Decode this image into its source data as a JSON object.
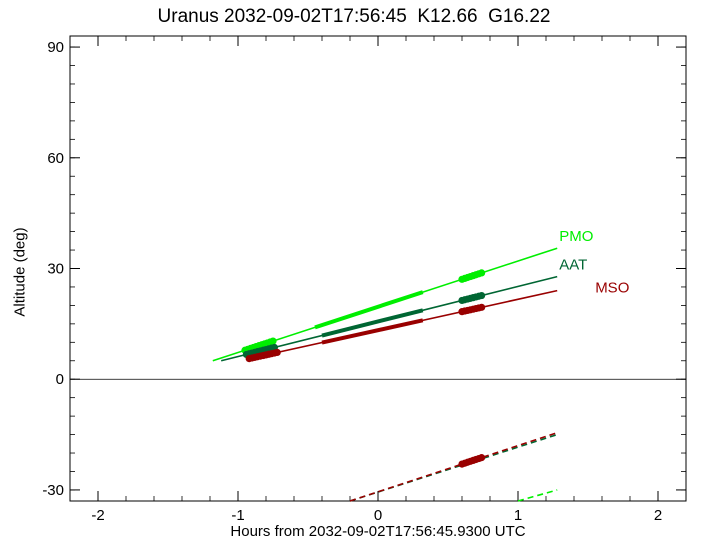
{
  "chart_data": {
    "type": "line",
    "title": "Uranus 2032-09-02T17:56:45  K12.66  G16.22",
    "xlabel": "Hours from 2032-09-02T17:56:45.9300 UTC",
    "ylabel": "Altitude (deg)",
    "xlim": [
      -2.2,
      2.2
    ],
    "ylim": [
      -33,
      93
    ],
    "xticks": [
      -2,
      -1,
      0,
      1,
      2
    ],
    "xtick_labels": [
      "-2",
      "-1",
      "0",
      "1",
      "2"
    ],
    "yticks": [
      -30,
      0,
      30,
      60,
      90
    ],
    "ytick_labels": [
      "-30",
      "0",
      "30",
      "60",
      "90"
    ],
    "grid": false,
    "horizon_line_y": 0,
    "series": [
      {
        "name": "PMO",
        "color": "#00ee00",
        "above_horizon": {
          "x": [
            -1.18,
            1.28
          ],
          "y": [
            5.0,
            35.5
          ],
          "thick_segments": [
            [
              -0.45,
              0.32
            ]
          ],
          "markers_x": [
            -0.95,
            -0.93,
            -0.91,
            -0.89,
            -0.87,
            -0.85,
            -0.83,
            -0.81,
            -0.79,
            -0.77,
            -0.75,
            0.6,
            0.62,
            0.64,
            0.66,
            0.68,
            0.7,
            0.72,
            0.74
          ]
        },
        "below_horizon": {
          "x": [
            1.0,
            1.28
          ],
          "y": [
            -33,
            -30
          ]
        }
      },
      {
        "name": "AAT",
        "color": "#006633",
        "above_horizon": {
          "x": [
            -1.12,
            1.28
          ],
          "y": [
            5.0,
            27.8
          ],
          "thick_segments": [
            [
              -0.4,
              0.32
            ]
          ],
          "markers_x": [
            -0.94,
            -0.92,
            -0.9,
            -0.88,
            -0.86,
            -0.84,
            -0.82,
            -0.8,
            -0.78,
            -0.76,
            -0.74,
            0.6,
            0.62,
            0.64,
            0.66,
            0.68,
            0.7,
            0.72,
            0.74
          ]
        },
        "below_horizon": {
          "x": [
            -0.2,
            1.28
          ],
          "y": [
            -33,
            -15
          ]
        }
      },
      {
        "name": "MSO",
        "color": "#990000",
        "above_horizon": {
          "x": [
            -0.93,
            1.28
          ],
          "y": [
            5.5,
            24.0
          ],
          "thick_segments": [
            [
              -0.4,
              0.32
            ]
          ],
          "markers_x": [
            -0.92,
            -0.9,
            -0.88,
            -0.86,
            -0.84,
            -0.82,
            -0.8,
            -0.78,
            -0.76,
            -0.74,
            -0.72,
            0.6,
            0.62,
            0.64,
            0.66,
            0.68,
            0.7,
            0.72,
            0.74
          ]
        },
        "below_horizon": {
          "x": [
            -0.2,
            1.28
          ],
          "y": [
            -33,
            -14.5
          ],
          "markers_x": [
            0.6,
            0.62,
            0.64,
            0.66,
            0.68,
            0.7,
            0.72,
            0.74
          ]
        }
      }
    ]
  }
}
